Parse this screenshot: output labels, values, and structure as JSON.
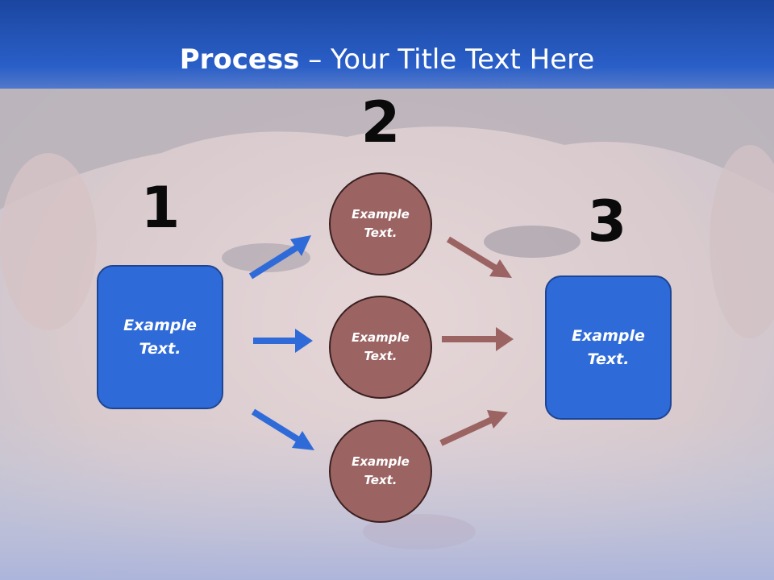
{
  "title": {
    "bold": "Process",
    "rest": " – Your Title Text Here"
  },
  "steps": [
    {
      "number": "1",
      "label": "Example\nText."
    },
    {
      "number": "2",
      "labels": [
        "Example\nText.",
        "Example\nText.",
        "Example\nText."
      ]
    },
    {
      "number": "3",
      "label": "Example\nText."
    }
  ],
  "colors": {
    "title_bar": "#2a5fc8",
    "box": "#2f6bd8",
    "circle": "#9b6463",
    "blue_arrow": "#2f6bd8",
    "brown_arrow": "#9b6463"
  }
}
